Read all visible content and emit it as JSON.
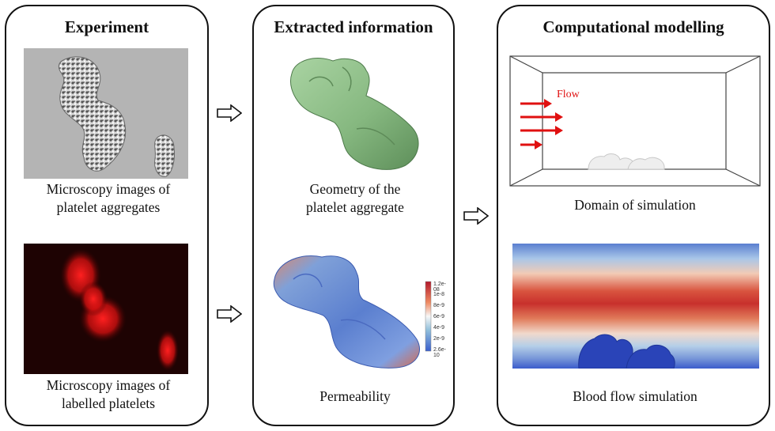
{
  "panels": {
    "experiment": {
      "title": "Experiment",
      "caption_top_1": "Microscopy images of",
      "caption_top_2": "platelet aggregates",
      "caption_bottom_1": "Microscopy images of",
      "caption_bottom_2": "labelled platelets"
    },
    "extracted": {
      "title": "Extracted information",
      "caption_top_1": "Geometry of the",
      "caption_top_2": "platelet aggregate",
      "caption_bottom": "Permeability",
      "colorbar_ticks": [
        "1.2e-08",
        "1e-8",
        "8e-9",
        "6e-9",
        "4e-9",
        "2e-9",
        "2.6e-10"
      ]
    },
    "modelling": {
      "title": "Computational modelling",
      "flow_label": "Flow",
      "caption_top": "Domain of simulation",
      "caption_bottom": "Blood flow simulation"
    }
  },
  "colors": {
    "flow_arrow": "#e01010",
    "geometry_green": "#8fbf8a",
    "fluorescence_red": "#ff1a1a"
  }
}
